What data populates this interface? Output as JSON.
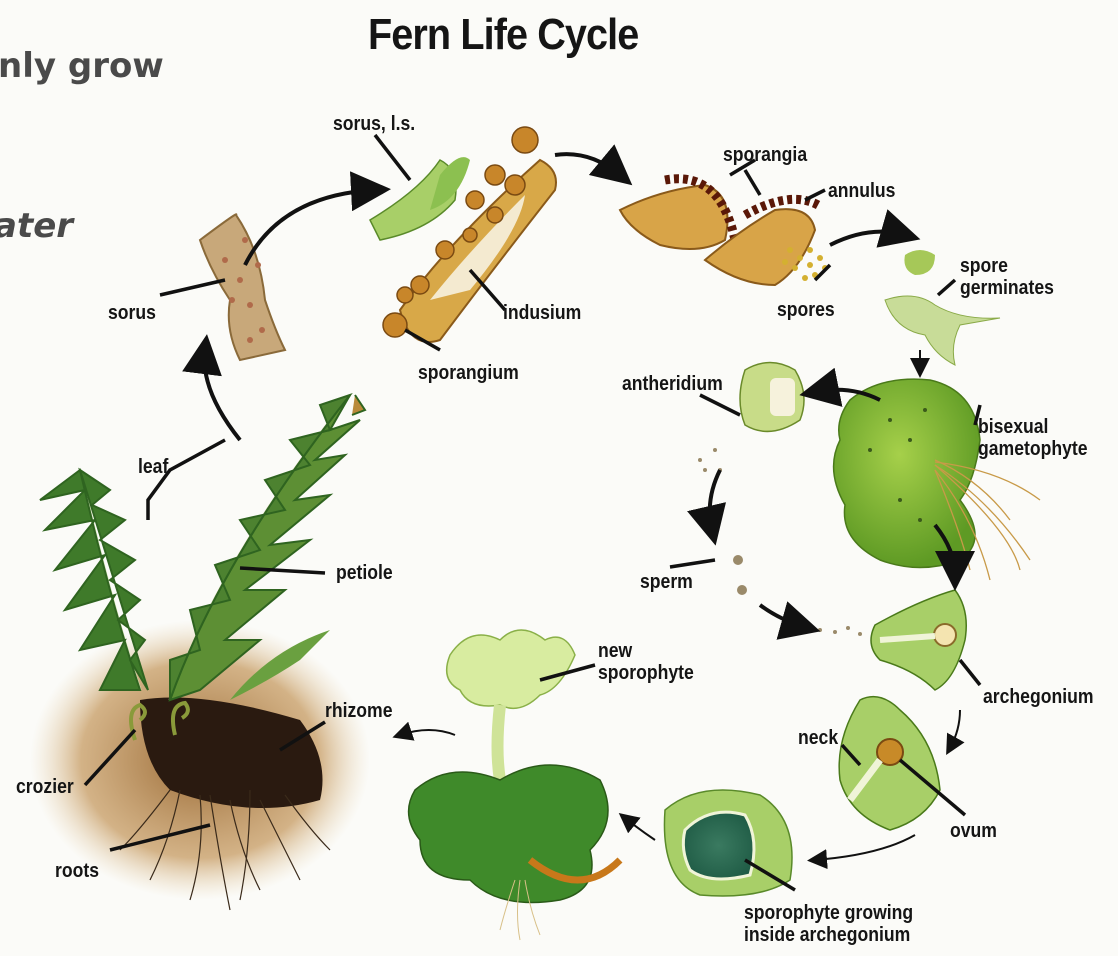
{
  "title": "Fern Life Cycle",
  "background_text": {
    "line1": "nly grow",
    "line2": "ater"
  },
  "labels": {
    "sorus_ls": "sorus, l.s.",
    "sporangia": "sporangia",
    "annulus": "annulus",
    "spore_germinates": "spore\ngerminates",
    "sorus": "sorus",
    "indusium": "indusium",
    "spores": "spores",
    "sporangium": "sporangium",
    "antheridium": "antheridium",
    "bisexual_gametophyte": "bisexual\ngametophyte",
    "leaf": "leaf",
    "petiole": "petiole",
    "sperm": "sperm",
    "new_sporophyte": "new\nsporophyte",
    "archegonium": "archegonium",
    "rhizome": "rhizome",
    "neck": "neck",
    "crozier": "crozier",
    "ovum": "ovum",
    "roots": "roots",
    "sporophyte_growing": "sporophyte growing\ninside archegonium"
  },
  "colors": {
    "label_text": "#151515",
    "leader_line": "#111111",
    "frond_green": "#3f7a2a",
    "gametophyte_green": "#8dbf3a",
    "sporangium_tan": "#d49a3a",
    "annulus_dark": "#8a2a12",
    "soil_brown": "#b88a4a"
  }
}
